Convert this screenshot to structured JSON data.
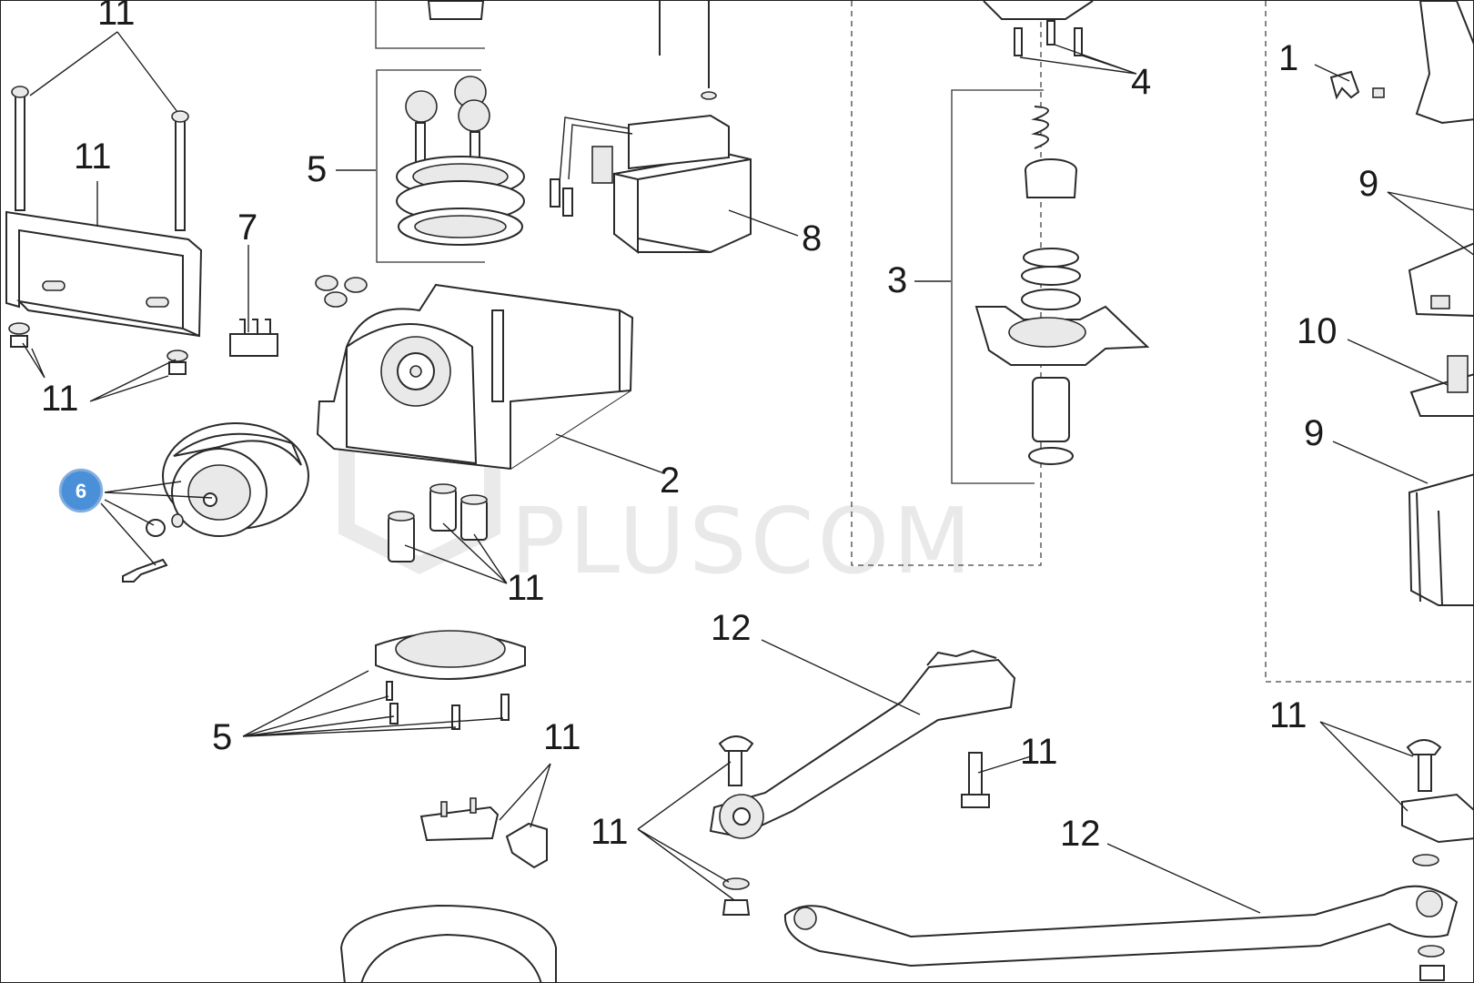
{
  "watermark": "PLUSCOM",
  "highlight": {
    "label": "6",
    "color": "#4a90d9"
  },
  "callouts": {
    "c11_top": "11",
    "c11_bar": "11",
    "c11_nuts_left": "11",
    "c7": "7",
    "c5_top": "5",
    "c8": "8",
    "c2": "2",
    "c11_glands": "11",
    "c5_bottom": "5",
    "c11_caps": "11",
    "c12_top": "12",
    "c11_bolt_mid": "11",
    "c11_arm_left": "11",
    "c12_bottom": "12",
    "c3": "3",
    "c4": "4",
    "c1": "1",
    "c9_top": "9",
    "c10": "10",
    "c9_bottom": "9",
    "c11_right": "11"
  }
}
